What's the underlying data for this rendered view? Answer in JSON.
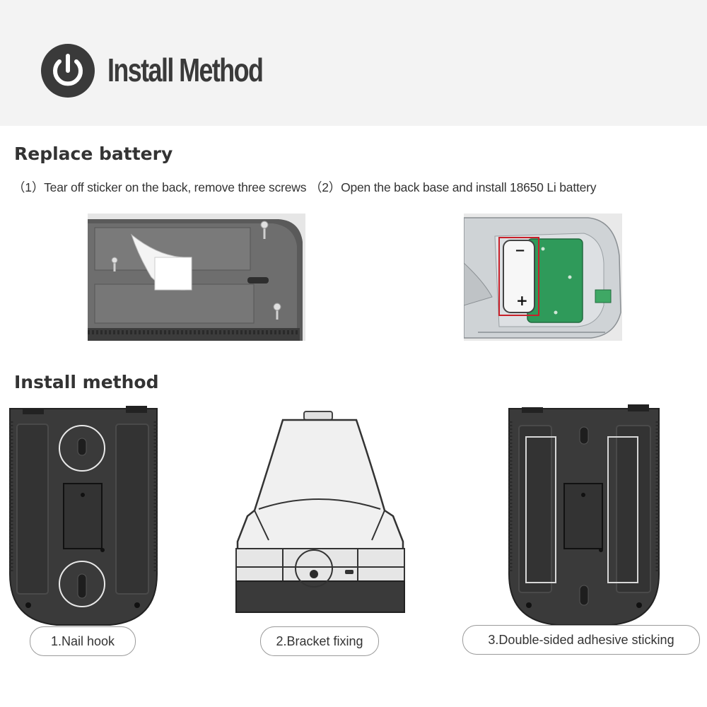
{
  "header": {
    "icon": "power-icon",
    "title": "Install Method"
  },
  "replace": {
    "title": "Replace battery",
    "steps": "（1）Tear off sticker on the back, remove three screws （2）Open the back base and install 18650 Li battery",
    "battery_minus": "−",
    "battery_plus": "+"
  },
  "install": {
    "title": "Install method",
    "captions": [
      "1.Nail hook",
      "2.Bracket fixing",
      "3.Double-sided adhesive sticking"
    ]
  },
  "colors": {
    "device_body": "#3a3a3a",
    "circuit_board": "#2f9a5a",
    "battery_outline": "#c8202a"
  }
}
